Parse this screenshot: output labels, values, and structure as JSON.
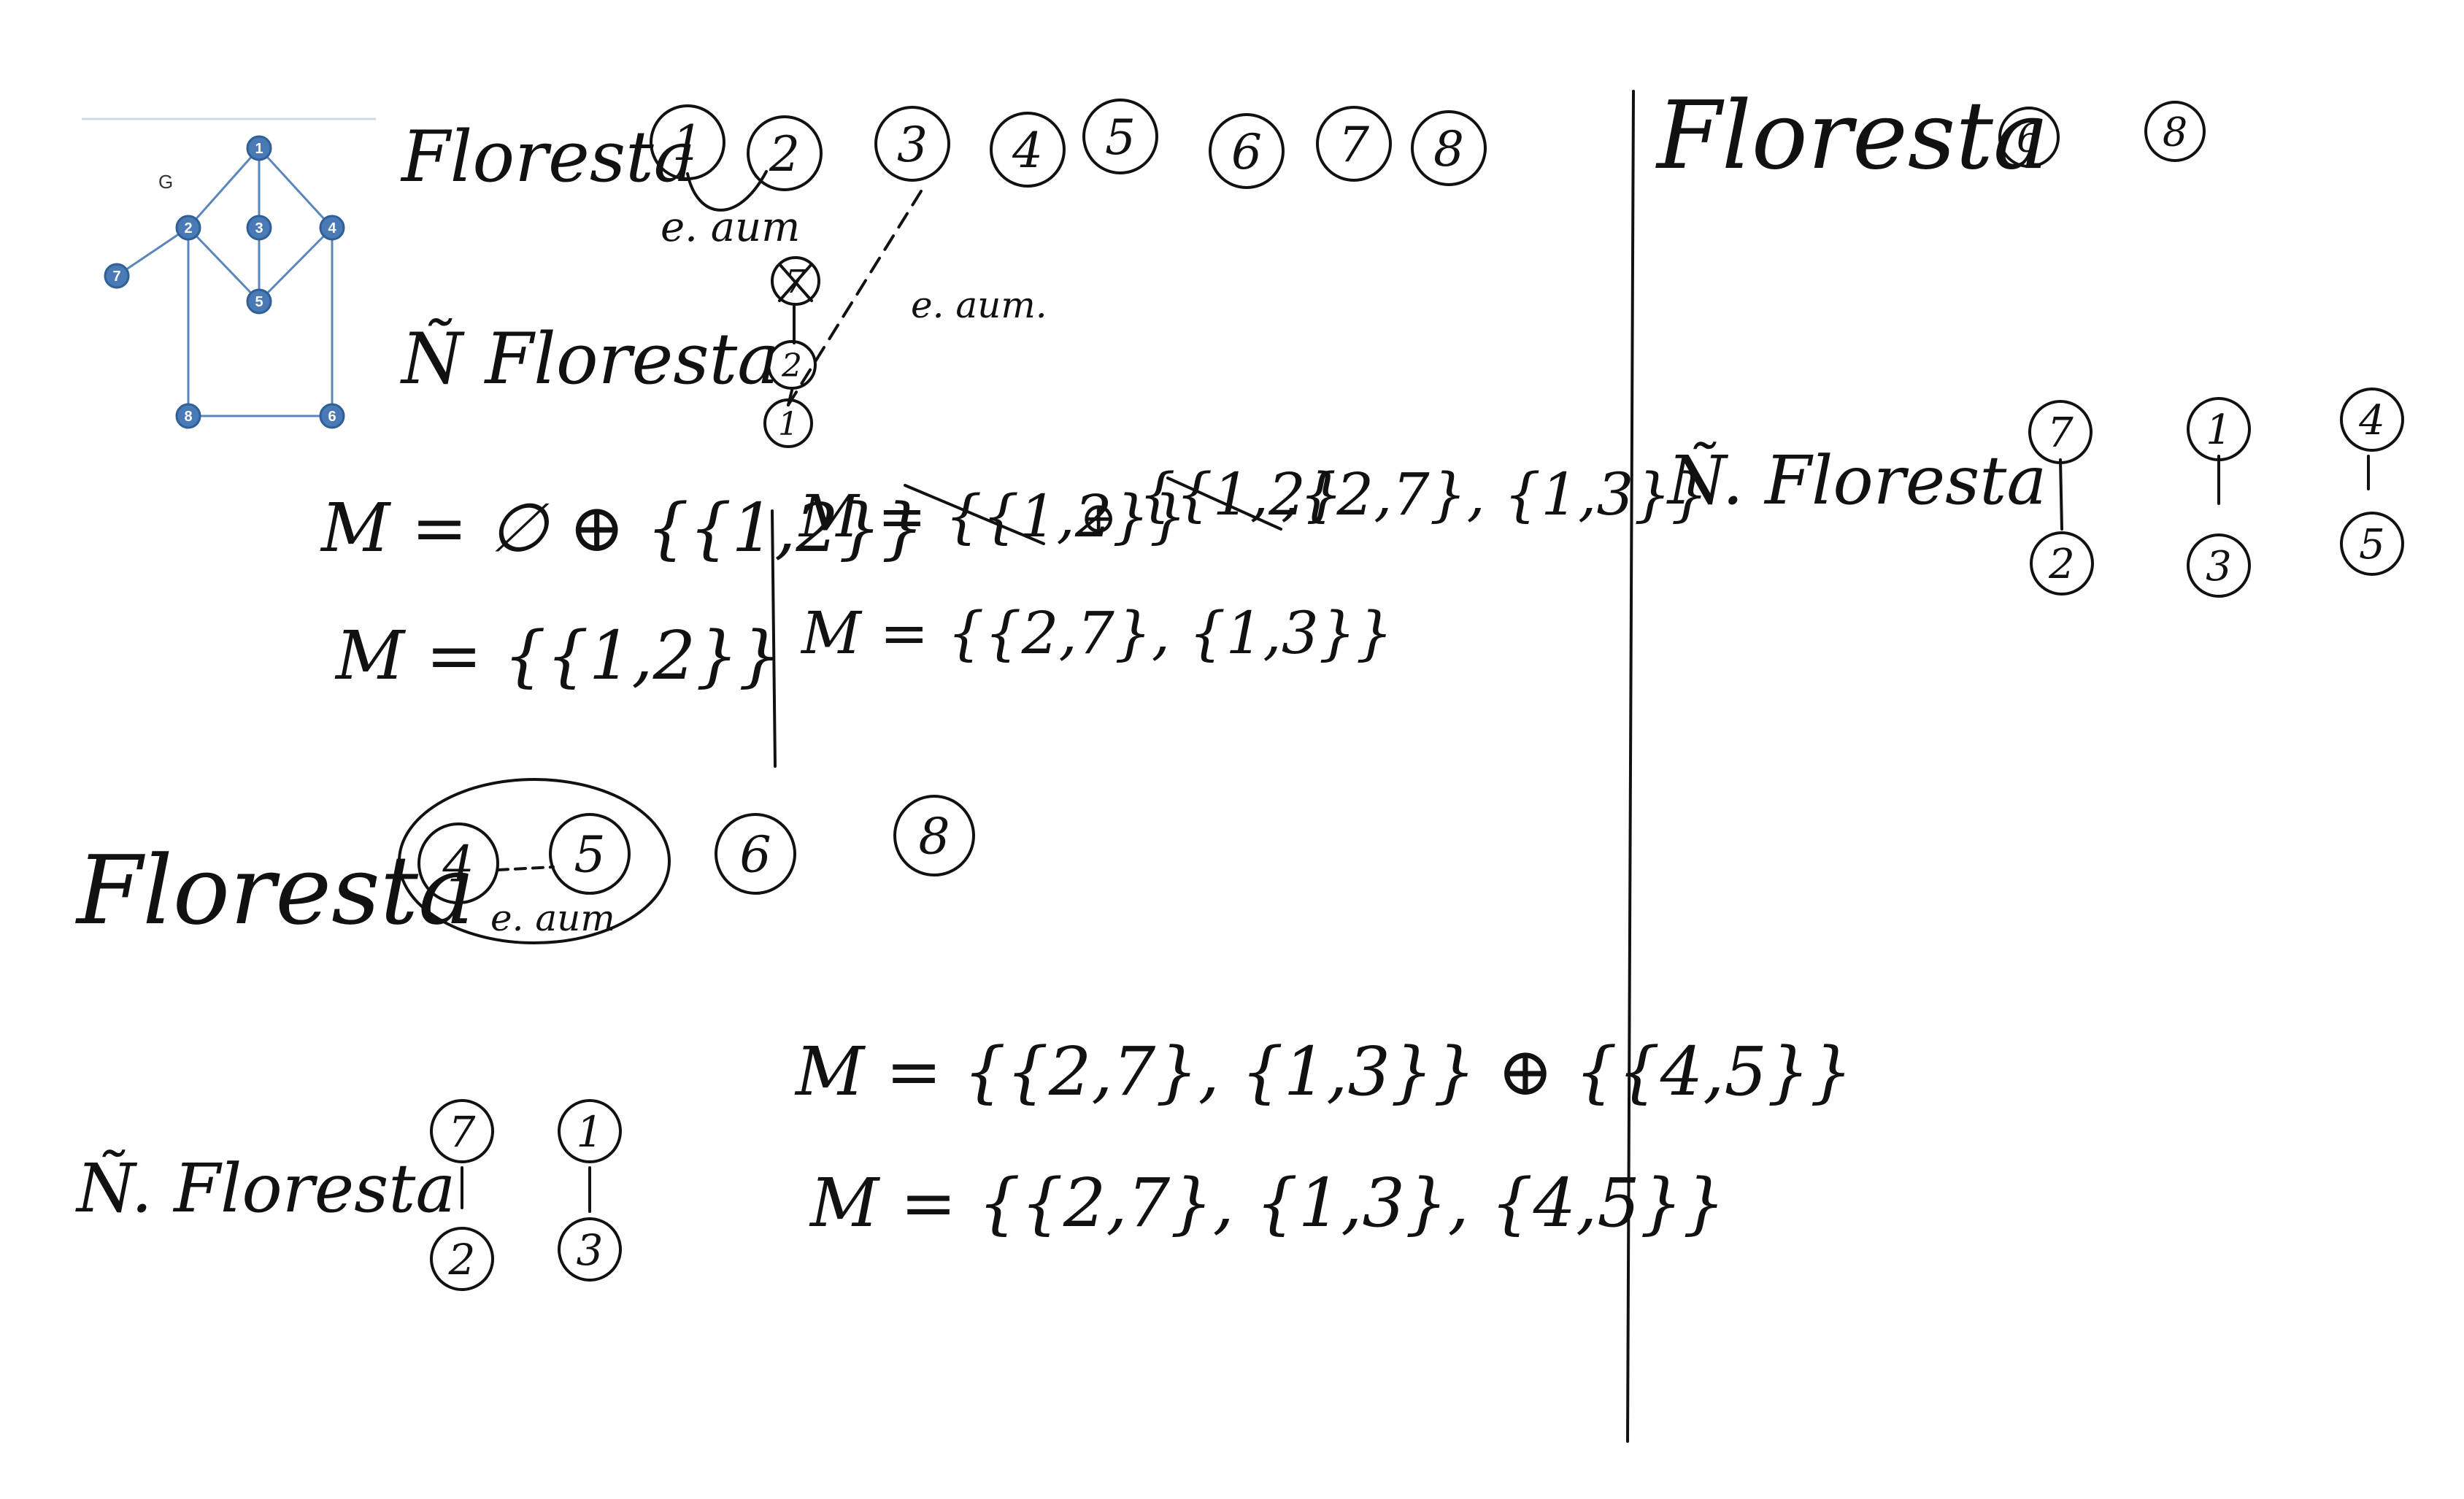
{
  "graph": {
    "label": "G",
    "nodes": [
      "1",
      "2",
      "3",
      "4",
      "5",
      "6",
      "7",
      "8"
    ],
    "edges": [
      [
        "1",
        "2"
      ],
      [
        "1",
        "3"
      ],
      [
        "1",
        "4"
      ],
      [
        "2",
        "5"
      ],
      [
        "3",
        "5"
      ],
      [
        "4",
        "5"
      ],
      [
        "2",
        "7"
      ],
      [
        "2",
        "8"
      ],
      [
        "4",
        "6"
      ],
      [
        "8",
        "6"
      ]
    ],
    "colors": {
      "node": "#4a7ab5",
      "edge": "#5b86bd"
    }
  },
  "step1": {
    "forest_label": "Floresta",
    "forest_nodes": [
      "1",
      "2",
      "3",
      "4",
      "5",
      "6",
      "7",
      "8"
    ],
    "edge_note": "e. aum",
    "edge_note2": "e. aum.",
    "nforest_label": "Ñ Floresta",
    "nforest_nodes": [
      "7",
      "2",
      "1"
    ],
    "eq1": "M = ∅ ⊕ {{1,2}}",
    "eq2": "M = {{1,2}}"
  },
  "step2": {
    "eq1_m": "M = {{1,2}}",
    "eq1_op": "⊕",
    "eq1_old": "{{1,2}",
    "eq1_rest": ",{2,7}, {1,3}}",
    "eq2": "M = {{2,7}, {1,3}}"
  },
  "step3": {
    "forest_label": "Floresta",
    "forest_nodes": [
      "4",
      "5",
      "6",
      "8"
    ],
    "edge_note": "e. aum",
    "nforest_label": "Ñ. Floresta",
    "nforest_nodes": [
      "7",
      "2",
      "1",
      "3"
    ],
    "eq1": "M = {{2,7}, {1,3}} ⊕ {{4,5}}",
    "eq2": "M = {{2,7}, {1,3}, {4,5}}"
  },
  "step4": {
    "forest_label": "Floresta",
    "forest_nodes": [
      "6",
      "8"
    ],
    "nforest_label": "Ñ. Floresta",
    "nforest_nodes": [
      "7",
      "2",
      "1",
      "3",
      "4",
      "5"
    ]
  }
}
